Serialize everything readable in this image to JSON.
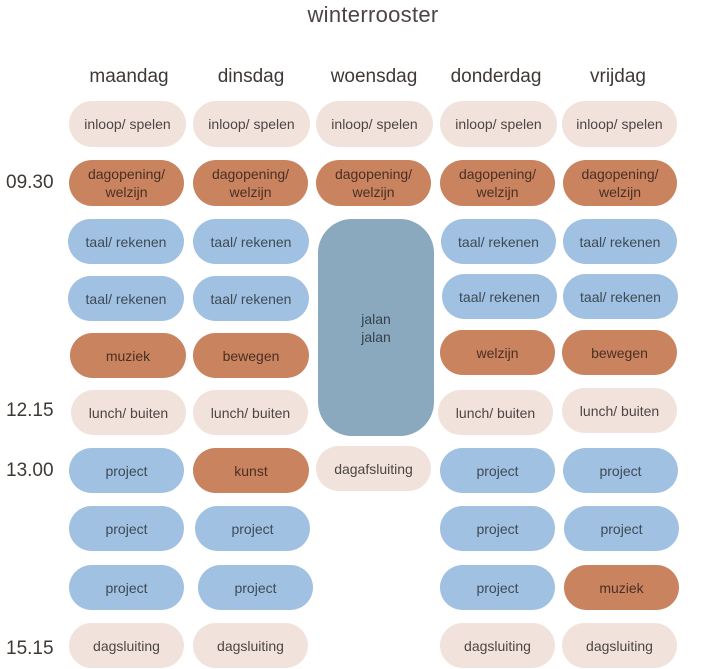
{
  "title": "winterrooster",
  "days": [
    "maandag",
    "dinsdag",
    "woensdag",
    "donderdag",
    "vrijdag"
  ],
  "times": [
    "09.30",
    "12.15",
    "13.00",
    "15.15"
  ],
  "blocks": {
    "inloop": "inloop/ spelen",
    "dagopening": "dagopening/\nwelzijn",
    "taal": "taal/ rekenen",
    "jalan": "jalan\njalan",
    "muziek": "muziek",
    "bewegen": "bewegen",
    "welzijn": "welzijn",
    "lunch": "lunch/ buiten",
    "project": "project",
    "kunst": "kunst",
    "dagafsluiting": "dagafsluiting",
    "dagsluiting": "dagsluiting"
  },
  "colors": {
    "beige": "#f1e3db",
    "orange": "#c9835f",
    "blue": "#a0c1e1",
    "slate": "#8aa9be"
  }
}
